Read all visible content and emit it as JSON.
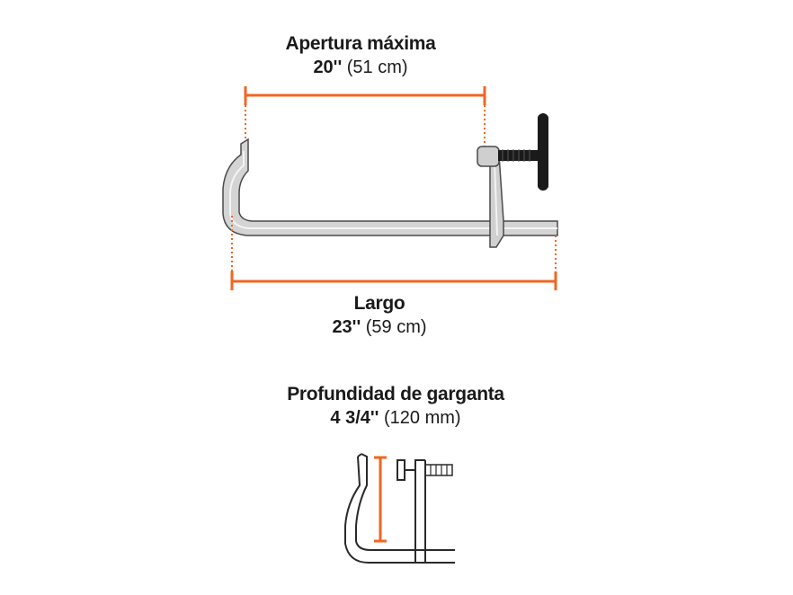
{
  "colors": {
    "dimension": "#f26522",
    "steel": "#c9c9c9",
    "outline": "#3a3a3a",
    "screw": "#1a1a1a"
  },
  "icons": {
    "main": "bar-clamp-illustration",
    "detail": "throat-depth-detail"
  },
  "opening": {
    "title": "Apertura máxima",
    "value": "20''",
    "metric": "(51 cm)"
  },
  "length": {
    "title": "Largo",
    "value": "23''",
    "metric": "(59 cm)"
  },
  "depth": {
    "title": "Profundidad de garganta",
    "value": "4 3/4''",
    "metric": "(120 mm)"
  }
}
